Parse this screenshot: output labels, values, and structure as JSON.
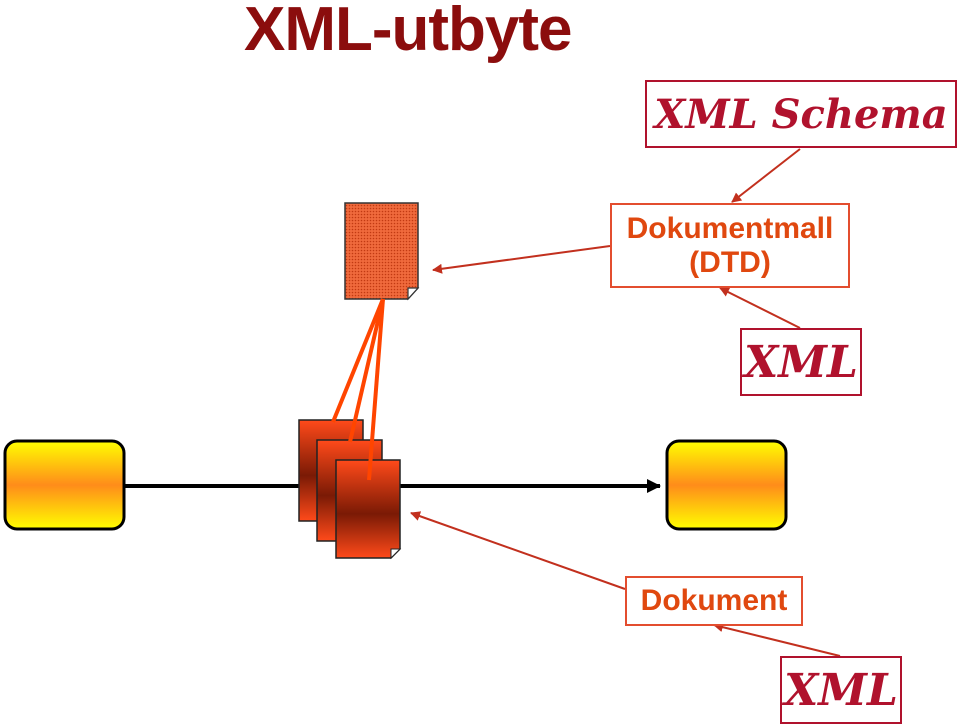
{
  "title": "XML-utbyte",
  "labels": {
    "schema": "XML Schema",
    "dtd_line1": "Dokumentmall",
    "dtd_line2": "(DTD)",
    "xml_upper": "XML",
    "dokument": "Dokument",
    "xml_lower": "XML"
  },
  "colors": {
    "title": "#8b0d0d",
    "label_red": "#b0122d",
    "label_orange": "#e0480f",
    "connector": "#ff4500",
    "arrow": "#c2301e",
    "node_top": "#ffff00",
    "node_bottom": "#ff8c1a",
    "doc_dark": "#7a1a05"
  }
}
